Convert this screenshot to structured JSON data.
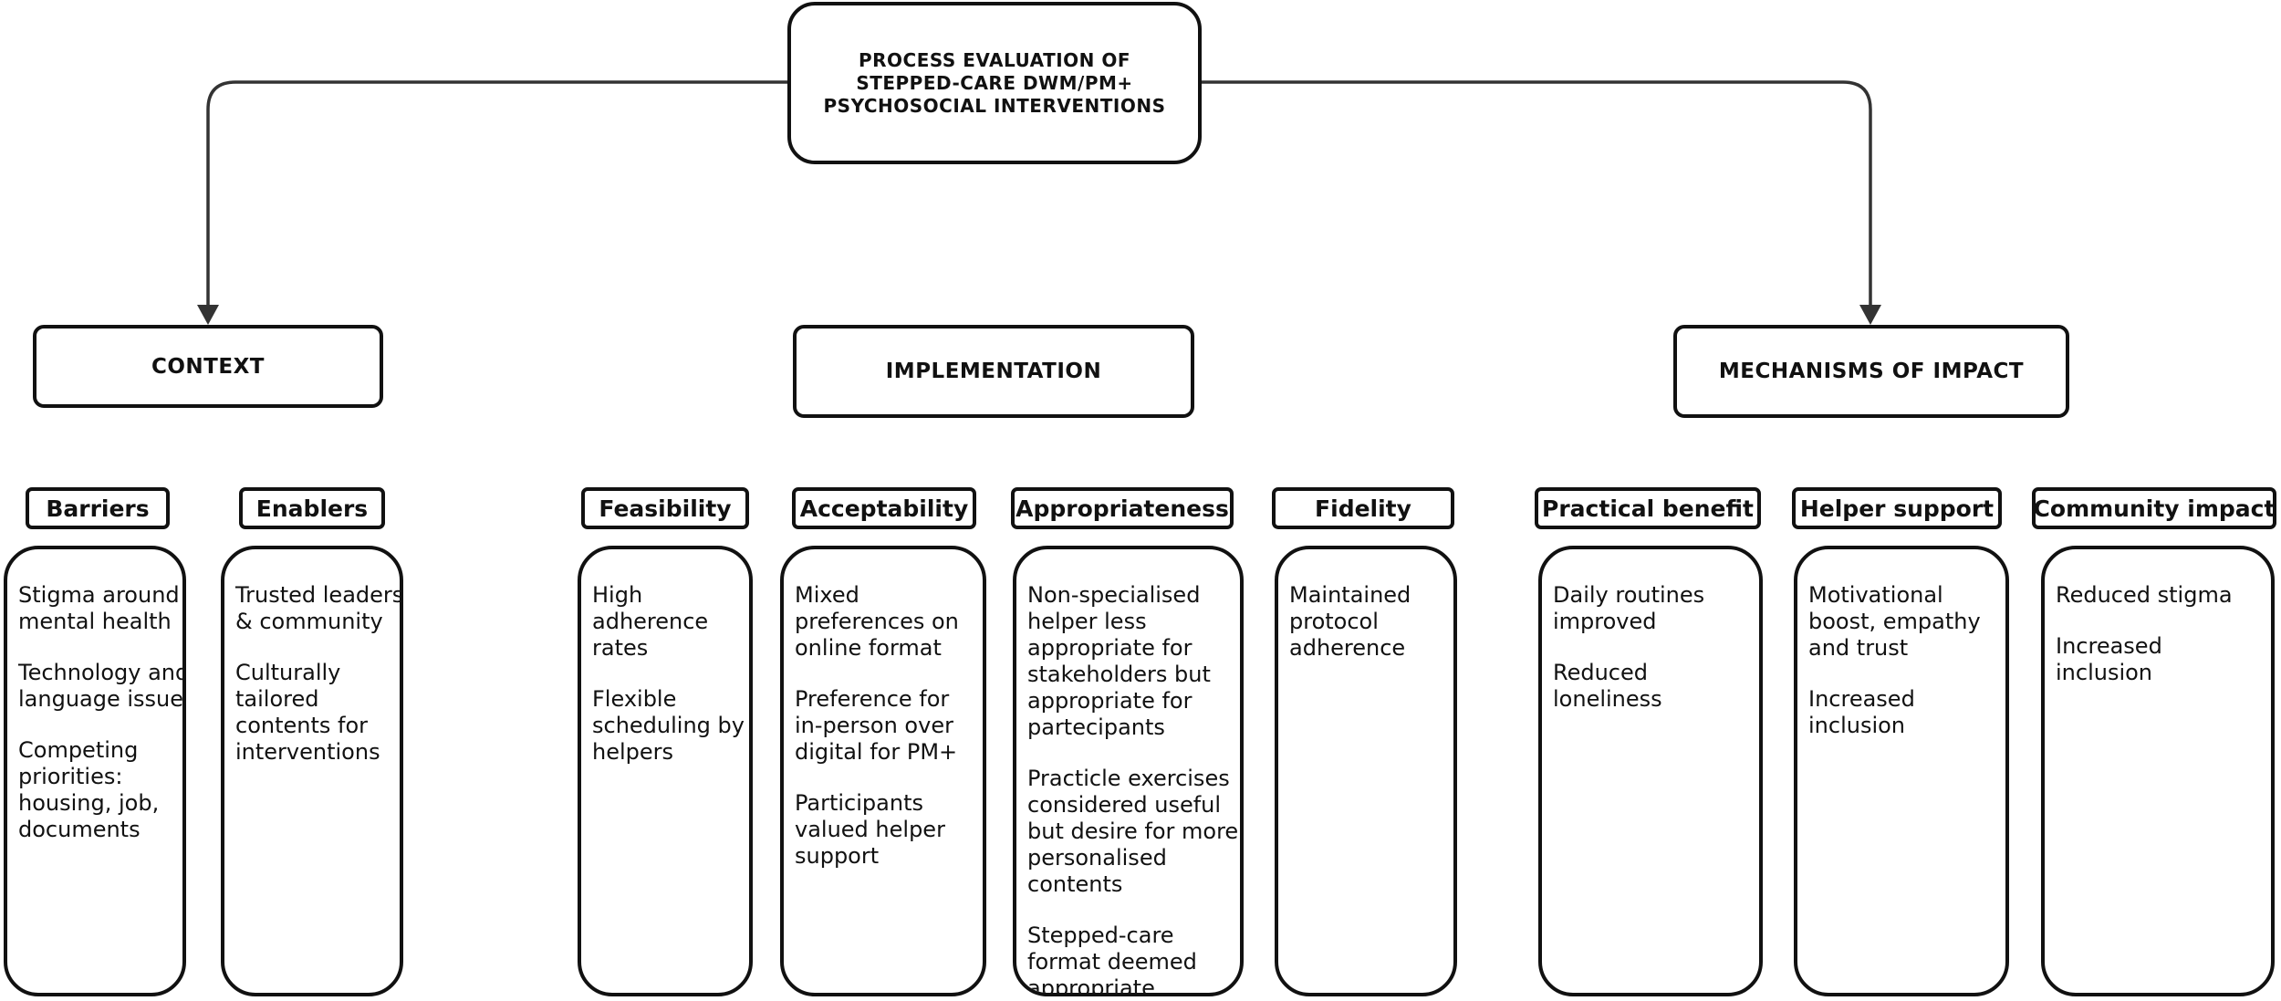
{
  "title": [
    "PROCESS EVALUATION OF",
    "STEPPED-CARE DWM/PM+",
    "PSYCHOSOCIAL INTERVENTIONS"
  ],
  "categories": {
    "context": "CONTEXT",
    "implementation": "IMPLEMENTATION",
    "mechanisms": "MECHANISMS OF IMPACT"
  },
  "columns": [
    {
      "header": "Barriers",
      "items": [
        [
          "Stigma around",
          "mental health"
        ],
        [
          "Technology and",
          "language issues"
        ],
        [
          "Competing",
          "priorities:",
          "housing, job,",
          "documents"
        ]
      ]
    },
    {
      "header": "Enablers",
      "items": [
        [
          "Trusted leaders",
          "& community"
        ],
        [
          "Culturally",
          "tailored",
          "contents for",
          "interventions"
        ]
      ]
    },
    {
      "header": "Feasibility",
      "items": [
        [
          "High",
          "adherence",
          "rates"
        ],
        [
          "Flexible",
          "scheduling by",
          "helpers"
        ]
      ]
    },
    {
      "header": "Acceptability",
      "items": [
        [
          "Mixed",
          "preferences on",
          "online format"
        ],
        [
          "Preference for",
          "in-person over",
          "digital for PM+"
        ],
        [
          "Participants",
          "valued helper",
          "support"
        ]
      ]
    },
    {
      "header": "Appropriateness",
      "items": [
        [
          "Non-specialised",
          "helper less",
          "appropriate for",
          "stakeholders but",
          "appropriate for",
          "partecipants"
        ],
        [
          "Practicle exercises",
          "considered useful",
          "but desire for more",
          "personalised",
          "contents"
        ],
        [
          "Stepped-care",
          "format deemed",
          "appropriate"
        ]
      ]
    },
    {
      "header": "Fidelity",
      "items": [
        [
          "Maintained",
          "protocol",
          "adherence"
        ]
      ]
    },
    {
      "header": "Practical benefit",
      "items": [
        [
          "Daily routines",
          "improved"
        ],
        [
          "Reduced",
          "loneliness"
        ]
      ]
    },
    {
      "header": "Helper support",
      "items": [
        [
          "Motivational",
          "boost, empathy",
          "and trust"
        ],
        [
          "Increased",
          "inclusion"
        ]
      ]
    },
    {
      "header": "Community impact",
      "items": [
        [
          "Reduced stigma"
        ],
        [
          "Increased",
          "inclusion"
        ]
      ]
    }
  ]
}
